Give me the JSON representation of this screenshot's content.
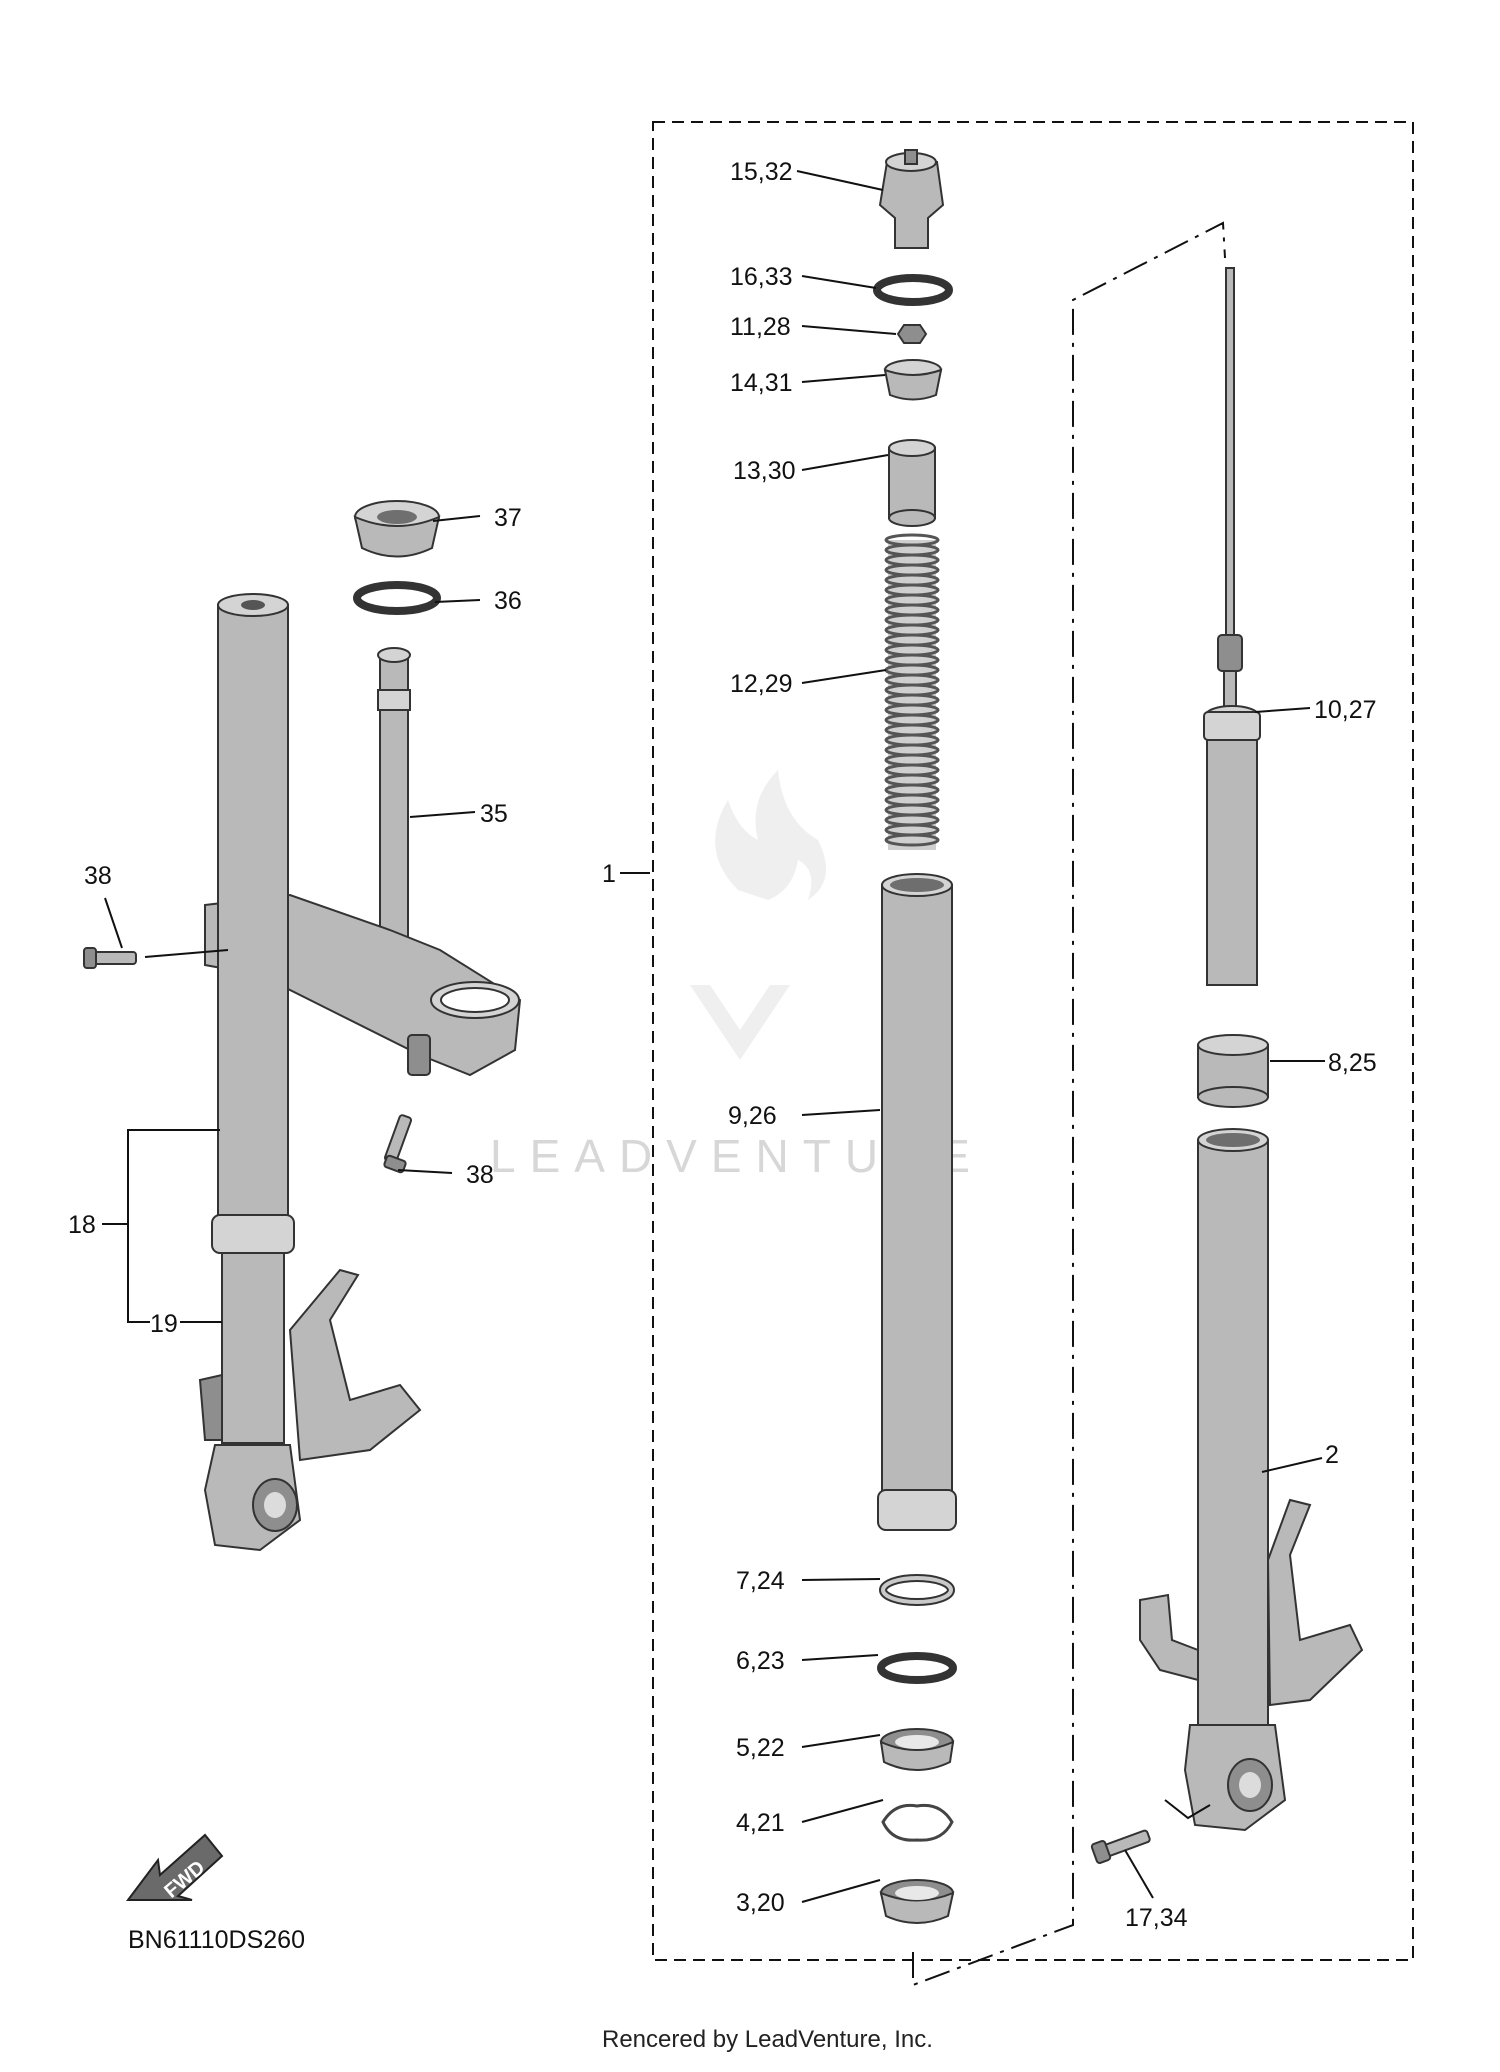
{
  "diagram_code": "BN61110DS260",
  "footer": "Rencered by LeadVenture, Inc.",
  "watermark": "LEADVENTURE",
  "fwd_label": "FWD",
  "callouts": {
    "c1": "1",
    "c2": "2",
    "c3_20": "3,20",
    "c4_21": "4,21",
    "c5_22": "5,22",
    "c6_23": "6,23",
    "c7_24": "7,24",
    "c8_25": "8,25",
    "c9_26": "9,26",
    "c10_27": "10,27",
    "c11_28": "11,28",
    "c12_29": "12,29",
    "c13_30": "13,30",
    "c14_31": "14,31",
    "c15_32": "15,32",
    "c16_33": "16,33",
    "c17_34": "17,34",
    "c18": "18",
    "c19": "19",
    "c35": "35",
    "c36": "36",
    "c37": "37",
    "c38a": "38",
    "c38b": "38"
  }
}
